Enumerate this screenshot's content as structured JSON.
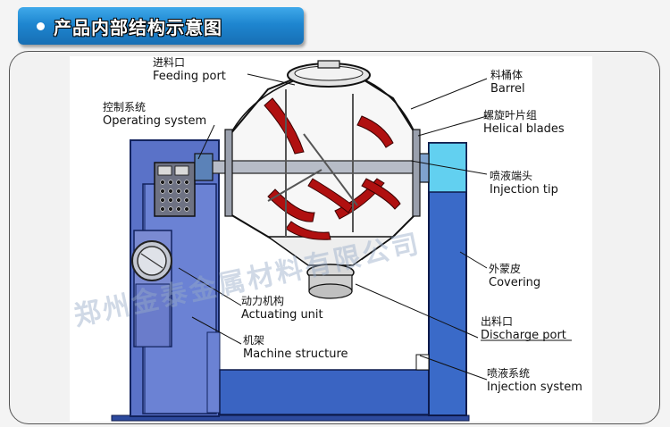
{
  "header": {
    "title": "产品内部结构示意图"
  },
  "labels": {
    "feeding_port": {
      "zh": "进料口",
      "en": "Feeding port"
    },
    "operating_system": {
      "zh": "控制系统",
      "en": "Operating system"
    },
    "barrel": {
      "zh": "料桶体",
      "en": "Barrel"
    },
    "helical_blades": {
      "zh": "螺旋叶片组",
      "en": "Helical blades"
    },
    "injection_tip": {
      "zh": "喷液端头",
      "en": "Injection tip"
    },
    "covering": {
      "zh": "外蒙皮",
      "en": "Covering"
    },
    "actuating_unit": {
      "zh": "动力机构",
      "en": "Actuating unit"
    },
    "discharge_port": {
      "zh": "出料口",
      "en": "Discharge port"
    },
    "machine_structure": {
      "zh": "机架",
      "en": "Machine structure"
    },
    "injection_system": {
      "zh": "喷液系统",
      "en": "Injection system"
    }
  },
  "watermark": "郑州金泰金属材料有限公司",
  "colors": {
    "header": "#1e86d0",
    "frame_blue": "#3b57a8",
    "cabinet_blue": "#5a72c8",
    "blade_red": "#b01010",
    "covering_cyan": "#62d0f0"
  }
}
